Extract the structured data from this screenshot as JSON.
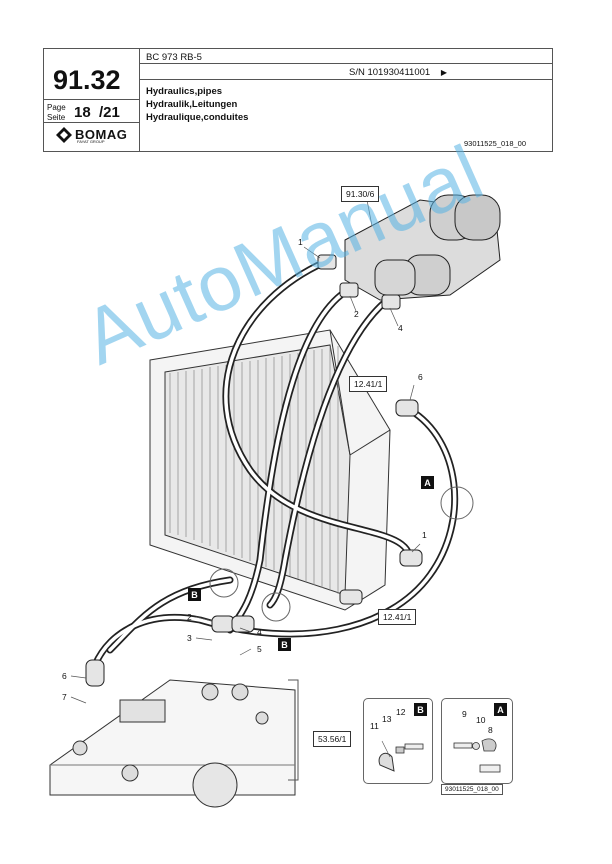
{
  "header": {
    "section_number": "91.32",
    "model": "BC 973 RB-5",
    "serial": "S/N 101930411001",
    "serial_arrow": "▶",
    "page_label_en": "Page",
    "page_label_de": "Seite",
    "page_current": "18",
    "page_total": "/21",
    "title_en": "Hydraulics,pipes",
    "title_de": "Hydraulik,Leitungen",
    "title_fr": "Hydraulique,conduites",
    "doc_id": "93011525_018_00",
    "logo_text": "BOMAG",
    "logo_sub": "FAYAT GROUP"
  },
  "diagram": {
    "ref_top": "91.30/6",
    "ref_right_a": "12.41/1",
    "ref_right_b": "12.41/1",
    "ref_tank": "53.56/1",
    "callouts": [
      "1",
      "2",
      "4",
      "6",
      "1",
      "2",
      "3",
      "4",
      "5",
      "6",
      "7"
    ],
    "detail_b": {
      "tag": "B",
      "items": [
        "11",
        "13",
        "12"
      ]
    },
    "detail_a": {
      "tag": "A",
      "items": [
        "9",
        "10",
        "8"
      ]
    },
    "tag_a_main": "A",
    "tag_b_main_1": "B",
    "tag_b_main_2": "B",
    "footer_id": "93011525_018_00"
  },
  "watermark": "AutoManual"
}
